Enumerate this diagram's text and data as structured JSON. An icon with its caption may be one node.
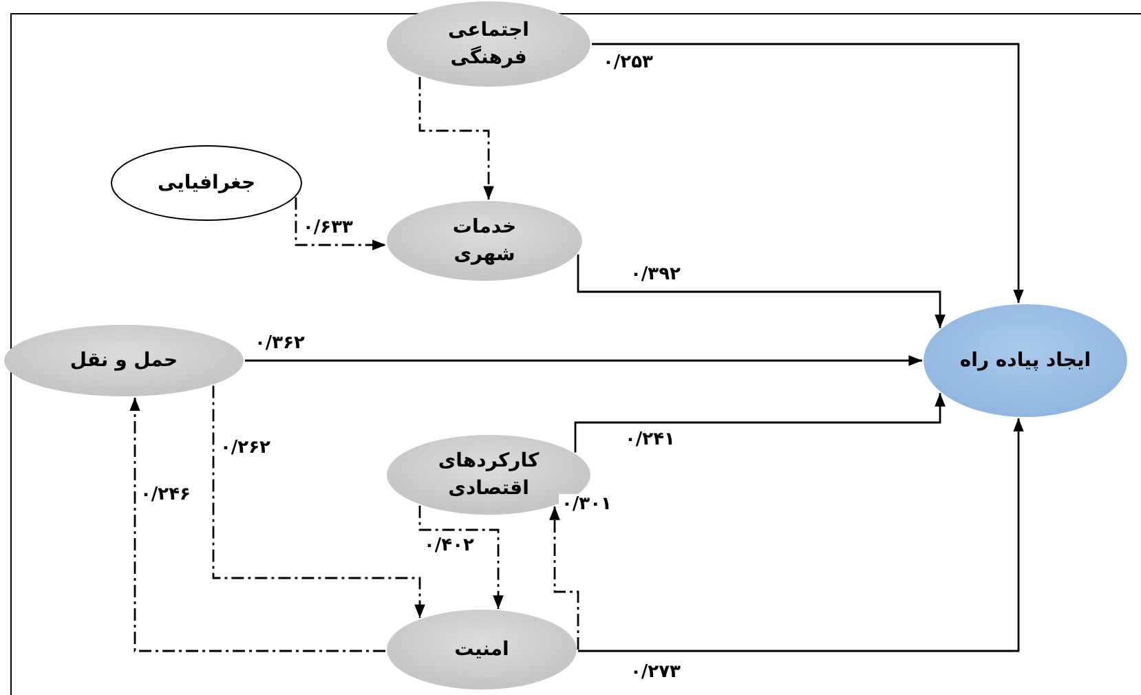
{
  "diagram": {
    "nodes": [
      {
        "text": [
          "اجتماعی فرهنگی"
        ]
      },
      {
        "text": [
          "جغرافیایی"
        ]
      },
      {
        "text": [
          "خدمات شهری"
        ]
      },
      {
        "text": [
          "حمل و نقل"
        ]
      },
      {
        "text": [
          "ایجاد پیاده راه"
        ]
      },
      {
        "text": [
          "کارکردهای اقتصادی"
        ]
      },
      {
        "text": [
          "امنیت"
        ]
      }
    ],
    "edges": [
      {
        "from": 0,
        "to": 4,
        "arrow": "to",
        "label": "۰/۲۵۳"
      },
      {
        "from": 0,
        "to": 2,
        "arrow": "to",
        "style": "dashed"
      },
      {
        "from": 1,
        "to": 2,
        "arrow": "to",
        "style": "dashed",
        "label": "۰/۶۳۳"
      },
      {
        "from": 2,
        "to": 4,
        "arrow": "to",
        "label": "۰/۳۹۲"
      },
      {
        "from": 3,
        "to": 4,
        "arrow": "to",
        "label": "۰/۳۶۲"
      },
      {
        "from": 5,
        "to": 4,
        "arrow": "to",
        "label": "۰/۲۴۱"
      },
      {
        "from": 3,
        "to": 6,
        "arrow": "to",
        "style": "dashed",
        "label": "۰/۲۶۲"
      },
      {
        "from": 6,
        "to": 3,
        "arrow": "to",
        "style": "dashed",
        "label": "۰/۲۴۶"
      },
      {
        "from": 5,
        "to": 6,
        "arrow": "to",
        "style": "dashed",
        "label": "۰/۴۰۲"
      },
      {
        "from": 6,
        "to": 5,
        "arrow": "to",
        "style": "dashed",
        "label": "۰/۳۰۱"
      },
      {
        "from": 6,
        "to": 4,
        "arrow": "to",
        "label": "۰/۲۷۳"
      }
    ]
  }
}
